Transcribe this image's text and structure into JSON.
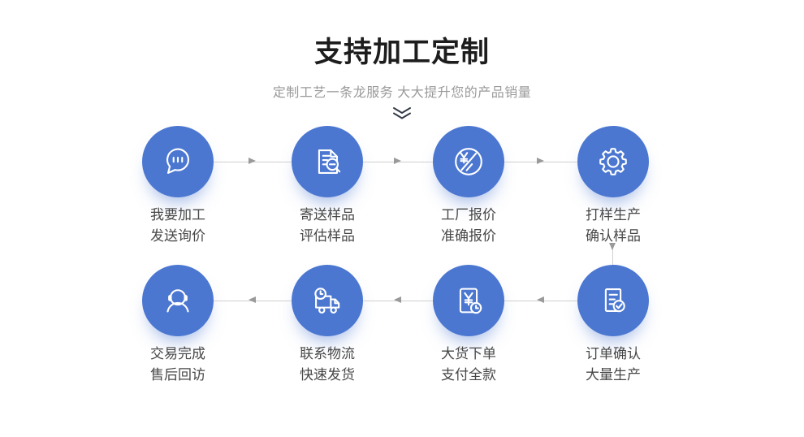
{
  "header": {
    "title": "支持加工定制",
    "subtitle": "定制工艺一条龙服务 大大提升您的产品销量"
  },
  "colors": {
    "circle_blue": "#4b77d1",
    "title_text": "#1d1d1d",
    "subtitle_text": "#9a9a9a",
    "label_text": "#474747",
    "connector_line": "#cfcfcf",
    "arrow_head": "#9a9a9a",
    "chevron_dark": "#333b47",
    "background": "#ffffff"
  },
  "steps": [
    {
      "icon": "chat-bubble-icon",
      "line1": "我要加工",
      "line2": "发送询价"
    },
    {
      "icon": "document-magnifier-icon",
      "line1": "寄送样品",
      "line2": "评估样品"
    },
    {
      "icon": "price-quote-icon",
      "line1": "工厂报价",
      "line2": "准确报价"
    },
    {
      "icon": "gear-icon",
      "line1": "打样生产",
      "line2": "确认样品"
    },
    {
      "icon": "order-check-icon",
      "line1": "订单确认",
      "line2": "大量生产"
    },
    {
      "icon": "payment-clock-icon",
      "line1": "大货下单",
      "line2": "支付全款"
    },
    {
      "icon": "delivery-truck-icon",
      "line1": "联系物流",
      "line2": "快速发货"
    },
    {
      "icon": "customer-service-icon",
      "line1": "交易完成",
      "line2": "售后回访"
    }
  ],
  "flow": {
    "row1_direction": "right",
    "row2_direction": "left"
  }
}
